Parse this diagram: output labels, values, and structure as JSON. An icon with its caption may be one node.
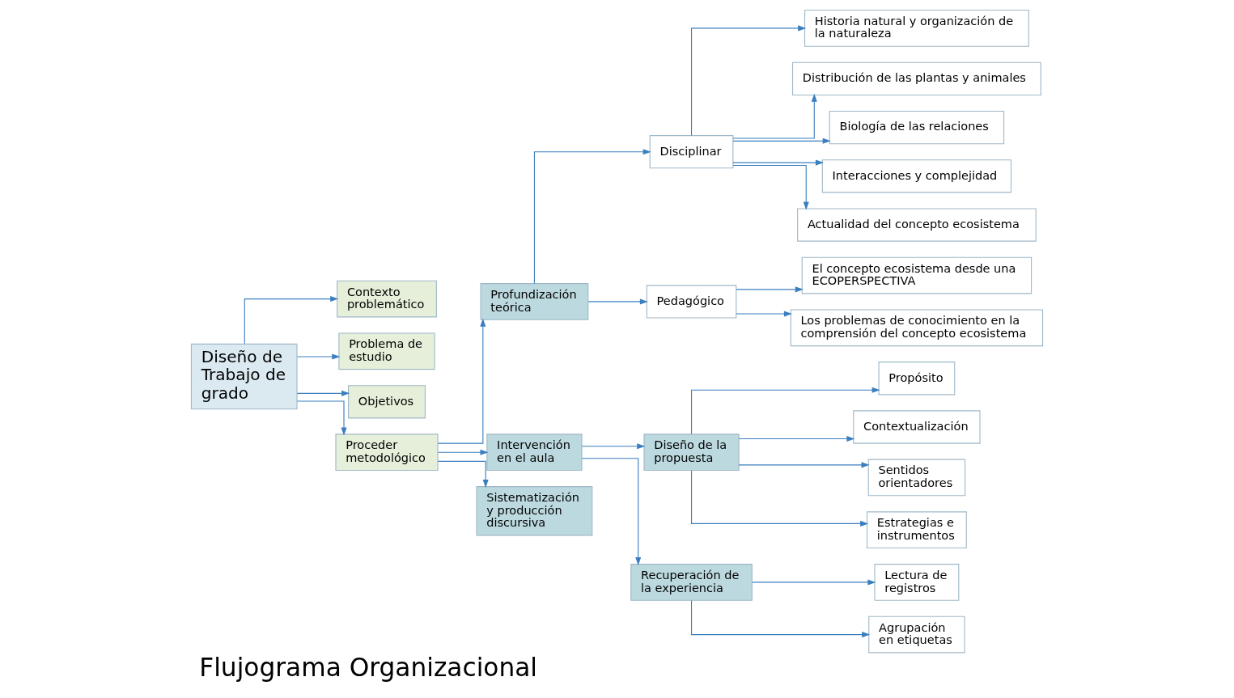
{
  "diagram": {
    "title": "Flujograma Organizacional",
    "nodes": [
      {
        "text": [
          "Diseño de Trabajo de grado"
        ]
      },
      {
        "text": [
          "Contexto problemático"
        ]
      },
      {
        "text": [
          "Problema de estudio"
        ]
      },
      {
        "text": [
          "Objetivos"
        ]
      },
      {
        "text": [
          "Proceder metodológico"
        ]
      },
      {
        "text": [
          "Profundización teórica"
        ]
      },
      {
        "text": [
          "Intervención en el aula"
        ]
      },
      {
        "text": [
          "Sistematización y producción discursiva"
        ]
      },
      {
        "text": [
          "Disciplinar"
        ]
      },
      {
        "text": [
          "Pedagógico"
        ]
      },
      {
        "text": [
          "Historia natural y organización de la naturaleza"
        ]
      },
      {
        "text": [
          "Distribución de las plantas y animales"
        ]
      },
      {
        "text": [
          "Biología de las relaciones"
        ]
      },
      {
        "text": [
          "Interacciones y complejidad"
        ]
      },
      {
        "text": [
          "Actualidad del concepto ecosistema"
        ]
      },
      {
        "text": [
          "El concepto ecosistema desde una ECOPERSPECTIVA"
        ]
      },
      {
        "text": [
          "Los problemas de conocimiento en la comprensión del concepto ecosistema"
        ]
      },
      {
        "text": [
          "Diseño de la propuesta"
        ]
      },
      {
        "text": [
          "Recuperación de la experiencia"
        ]
      },
      {
        "text": [
          "Lectura de registros"
        ]
      },
      {
        "text": [
          "Agrupación en etiquetas"
        ]
      },
      {
        "text": [
          "Propósito"
        ]
      },
      {
        "text": [
          "Contextualización"
        ]
      },
      {
        "text": [
          "Sentidos orientadores"
        ]
      },
      {
        "text": [
          "Estrategias e instrumentos"
        ]
      }
    ],
    "edges": [
      {
        "from": 0,
        "to": 1,
        "arrow": "to"
      },
      {
        "from": 0,
        "to": 2,
        "arrow": "to"
      },
      {
        "from": 0,
        "to": 3,
        "arrow": "to"
      },
      {
        "from": 0,
        "to": 4,
        "arrow": "to"
      },
      {
        "from": 4,
        "to": 5,
        "arrow": "to"
      },
      {
        "from": 4,
        "to": 6,
        "arrow": "to"
      },
      {
        "from": 4,
        "to": 7,
        "arrow": "to"
      },
      {
        "from": 5,
        "to": 8,
        "arrow": "to"
      },
      {
        "from": 5,
        "to": 9,
        "arrow": "to"
      },
      {
        "from": 8,
        "to": 10,
        "arrow": "to"
      },
      {
        "from": 8,
        "to": 11,
        "arrow": "to"
      },
      {
        "from": 8,
        "to": 12,
        "arrow": "to"
      },
      {
        "from": 8,
        "to": 13,
        "arrow": "to"
      },
      {
        "from": 8,
        "to": 14,
        "arrow": "to"
      },
      {
        "from": 9,
        "to": 15,
        "arrow": "to"
      },
      {
        "from": 9,
        "to": 16,
        "arrow": "to"
      },
      {
        "from": 6,
        "to": 17,
        "arrow": "to"
      },
      {
        "from": 6,
        "to": 18,
        "arrow": "to"
      },
      {
        "from": 18,
        "to": 19,
        "arrow": "to"
      },
      {
        "from": 18,
        "to": 20,
        "arrow": "to"
      },
      {
        "from": 17,
        "to": 21,
        "arrow": "to"
      },
      {
        "from": 17,
        "to": 22,
        "arrow": "to"
      },
      {
        "from": 17,
        "to": 23,
        "arrow": "to"
      },
      {
        "from": 17,
        "to": 24,
        "arrow": "to"
      }
    ]
  }
}
